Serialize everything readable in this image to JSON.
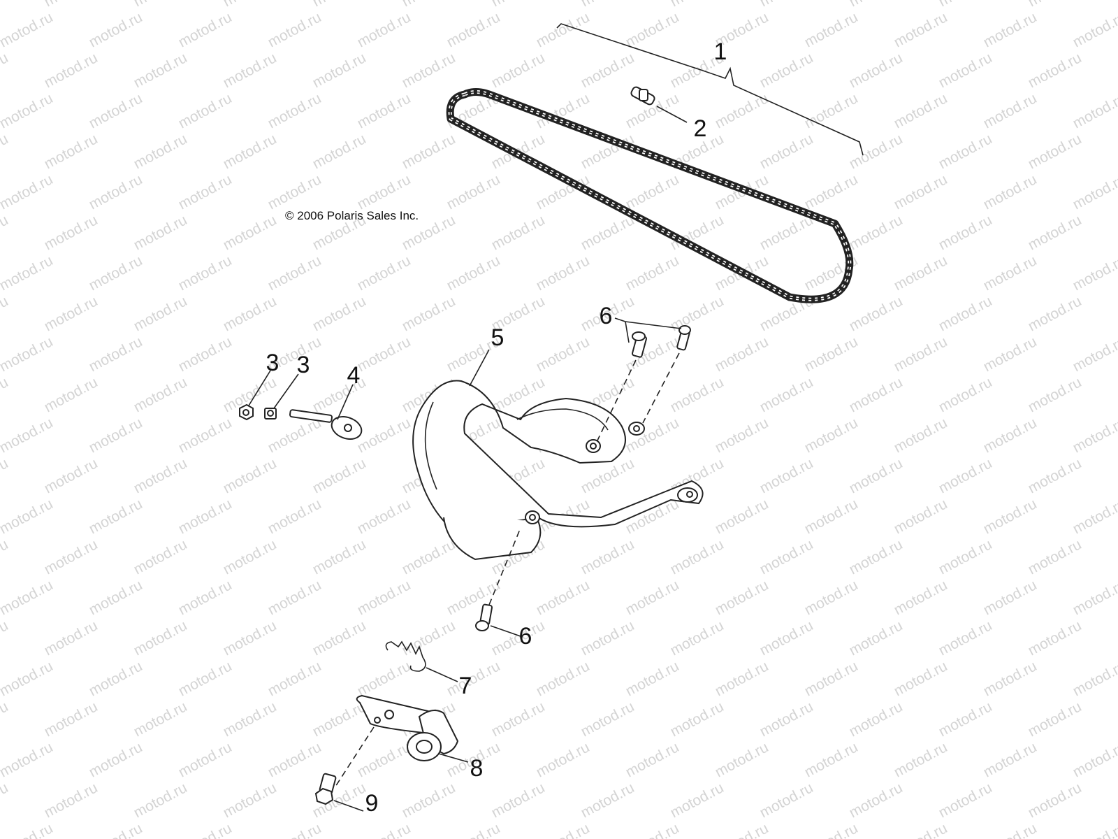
{
  "copyright": "© 2006 Polaris Sales Inc.",
  "watermark": "motod.ru",
  "callouts": {
    "c1": "1",
    "c2": "2",
    "c3a": "3",
    "c3b": "3",
    "c4": "4",
    "c5": "5",
    "c6a": "6",
    "c6b": "6",
    "c7": "7",
    "c8": "8",
    "c9": "9"
  }
}
